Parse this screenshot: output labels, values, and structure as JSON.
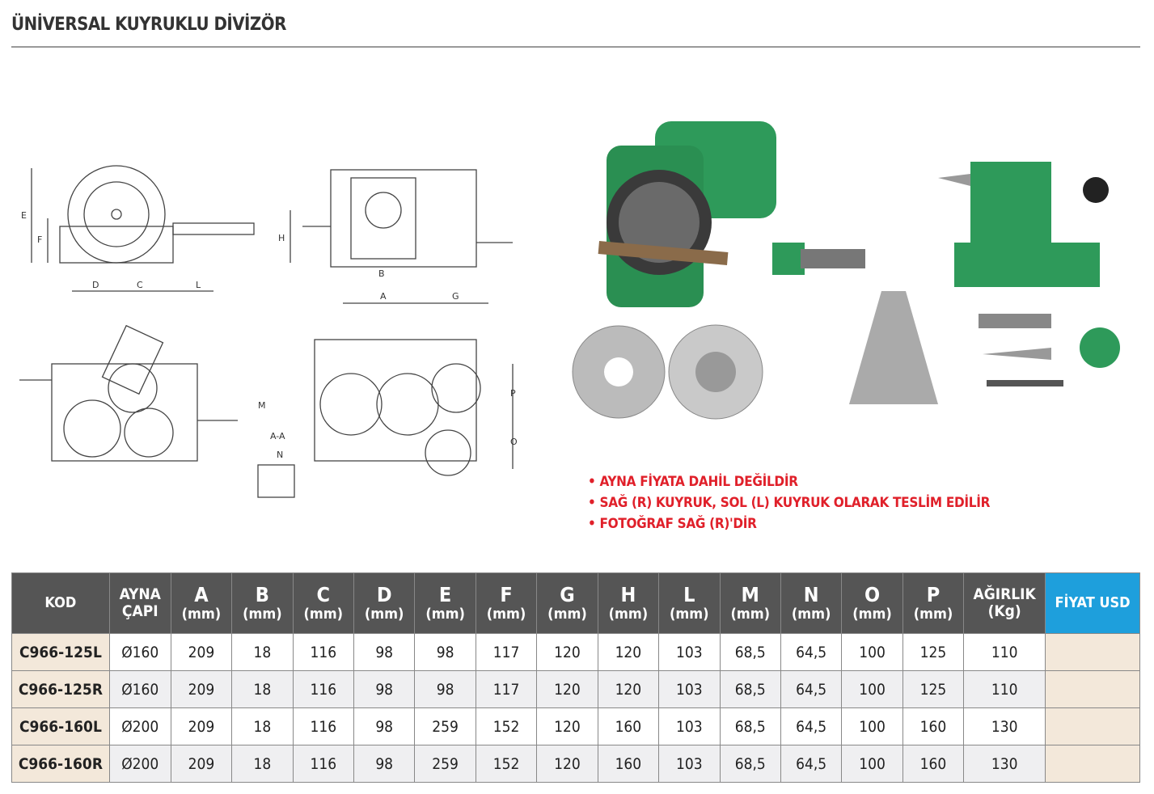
{
  "title": "ÜNİVERSAL KUYRUKLU DİVİZÖR",
  "drawing_labels": {
    "E": "E",
    "F": "F",
    "D": "D",
    "C": "C",
    "L": "L",
    "H": "H",
    "B": "B",
    "A": "A",
    "G": "G",
    "M": "M",
    "P": "P",
    "O": "O",
    "AA": "A-A",
    "N": "N"
  },
  "notes": [
    "AYNA FİYATA DAHİL DEĞİLDİR",
    "SAĞ (R) KUYRUK, SOL (L) KUYRUK OLARAK TESLİM EDİLİR",
    "FOTOĞRAF SAĞ (R)'DİR"
  ],
  "table": {
    "headers": {
      "kod": "KOD",
      "ayna1": "AYNA",
      "ayna2": "ÇAPI",
      "unit": "(mm)",
      "cols": [
        "A",
        "B",
        "C",
        "D",
        "E",
        "F",
        "G",
        "H",
        "L",
        "M",
        "N",
        "O",
        "P"
      ],
      "weight1": "AĞIRLIK",
      "weight2": "(Kg)",
      "price": "FİYAT USD"
    },
    "rows": [
      {
        "kod": "C966-125L",
        "ayna": "Ø160",
        "vals": [
          "209",
          "18",
          "116",
          "98",
          "98",
          "117",
          "120",
          "120",
          "103",
          "68,5",
          "64,5",
          "100",
          "125"
        ],
        "weight": "110",
        "price": ""
      },
      {
        "kod": "C966-125R",
        "ayna": "Ø160",
        "vals": [
          "209",
          "18",
          "116",
          "98",
          "98",
          "117",
          "120",
          "120",
          "103",
          "68,5",
          "64,5",
          "100",
          "125"
        ],
        "weight": "110",
        "price": ""
      },
      {
        "kod": "C966-160L",
        "ayna": "Ø200",
        "vals": [
          "209",
          "18",
          "116",
          "98",
          "259",
          "152",
          "120",
          "160",
          "103",
          "68,5",
          "64,5",
          "100",
          "160"
        ],
        "weight": "130",
        "price": ""
      },
      {
        "kod": "C966-160R",
        "ayna": "Ø200",
        "vals": [
          "209",
          "18",
          "116",
          "98",
          "259",
          "152",
          "120",
          "160",
          "103",
          "68,5",
          "64,5",
          "100",
          "160"
        ],
        "weight": "130",
        "price": ""
      }
    ]
  },
  "colors": {
    "header": "#555555",
    "price_header": "#1e9fdc",
    "code_cell": "#f3e8da",
    "note_red": "#e0202a",
    "machine_green": "#2e9a5a"
  }
}
